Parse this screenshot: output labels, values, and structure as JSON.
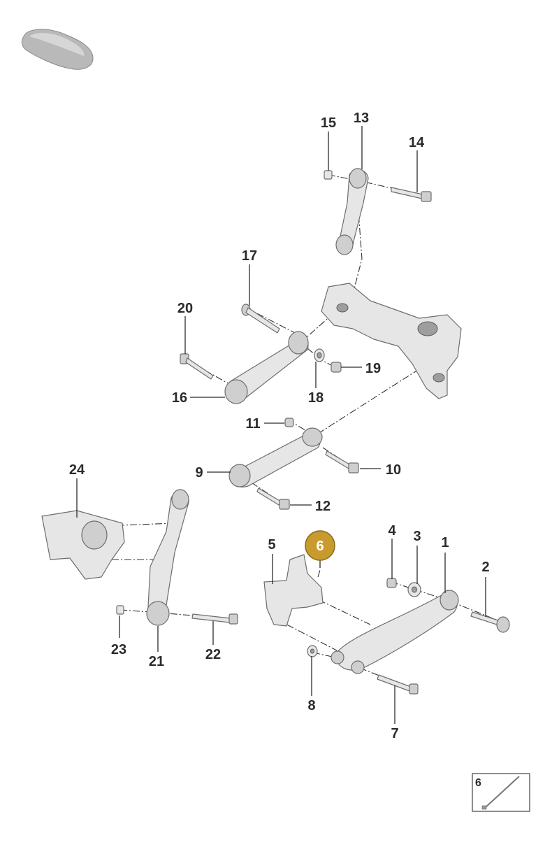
{
  "callouts": [
    {
      "id": "c1",
      "label": "1"
    },
    {
      "id": "c2",
      "label": "2"
    },
    {
      "id": "c3",
      "label": "3"
    },
    {
      "id": "c4",
      "label": "4"
    },
    {
      "id": "c5",
      "label": "5"
    },
    {
      "id": "c6",
      "label": "6",
      "highlighted": true
    },
    {
      "id": "c7",
      "label": "7"
    },
    {
      "id": "c8",
      "label": "8"
    },
    {
      "id": "c9",
      "label": "9"
    },
    {
      "id": "c10",
      "label": "10"
    },
    {
      "id": "c11",
      "label": "11"
    },
    {
      "id": "c12",
      "label": "12"
    },
    {
      "id": "c13",
      "label": "13"
    },
    {
      "id": "c14",
      "label": "14"
    },
    {
      "id": "c15",
      "label": "15"
    },
    {
      "id": "c16",
      "label": "16"
    },
    {
      "id": "c17",
      "label": "17"
    },
    {
      "id": "c18",
      "label": "18"
    },
    {
      "id": "c19",
      "label": "19"
    },
    {
      "id": "c20",
      "label": "20"
    },
    {
      "id": "c21",
      "label": "21"
    },
    {
      "id": "c22",
      "label": "22"
    },
    {
      "id": "c23",
      "label": "23"
    },
    {
      "id": "c24",
      "label": "24"
    }
  ],
  "thumbnail": {
    "label": "6"
  },
  "colors": {
    "highlight": "#c99a2e",
    "parts": "#e6e6e6",
    "lines": "#2b2b2b"
  }
}
